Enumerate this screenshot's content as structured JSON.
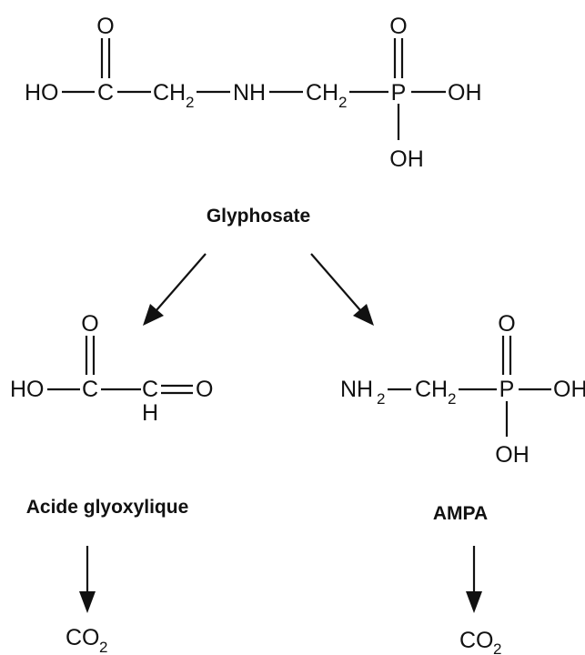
{
  "atoms": {
    "o": "O",
    "oh": "OH",
    "ho": "HO",
    "c": "C",
    "h": "H",
    "p": "P",
    "nh": "NH",
    "ch": "CH",
    "nh2": "NH",
    "co": "CO",
    "two": "2"
  },
  "labels": {
    "glyphosate": "Glyphosate",
    "glyoxylic_acid": "Acide glyoxylique",
    "ampa": "AMPA"
  }
}
